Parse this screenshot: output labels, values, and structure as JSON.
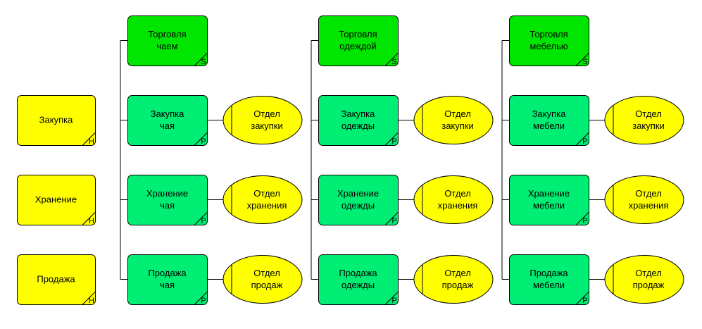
{
  "colors": {
    "process_type": "#ffff00",
    "function_group": "#00e600",
    "function": "#00ee73",
    "org_unit": "#ffff00",
    "line": "#000000"
  },
  "left_boxes": [
    {
      "label": [
        "Закупка"
      ],
      "mark": "H"
    },
    {
      "label": [
        "Хранение"
      ],
      "mark": "H"
    },
    {
      "label": [
        "Продажа"
      ],
      "mark": "H"
    }
  ],
  "columns": [
    {
      "header": {
        "label": [
          "Торговля",
          "чаем"
        ],
        "mark": "S"
      },
      "rows": [
        {
          "function": {
            "label": [
              "Закупка",
              "чая"
            ],
            "mark": "P"
          },
          "unit": {
            "label": [
              "Отдел",
              "закупки"
            ]
          }
        },
        {
          "function": {
            "label": [
              "Хранение",
              "чая"
            ],
            "mark": "P"
          },
          "unit": {
            "label": [
              "Отдел",
              "хранения"
            ]
          }
        },
        {
          "function": {
            "label": [
              "Продажа",
              "чая"
            ],
            "mark": "P"
          },
          "unit": {
            "label": [
              "Отдел",
              "продаж"
            ]
          }
        }
      ]
    },
    {
      "header": {
        "label": [
          "Торговля",
          "одеждой"
        ],
        "mark": "S"
      },
      "rows": [
        {
          "function": {
            "label": [
              "Закупка",
              "одежды"
            ],
            "mark": "P"
          },
          "unit": {
            "label": [
              "Отдел",
              "закупки"
            ]
          }
        },
        {
          "function": {
            "label": [
              "Хранение",
              "одежды"
            ],
            "mark": "P"
          },
          "unit": {
            "label": [
              "Отдел",
              "хранения"
            ]
          }
        },
        {
          "function": {
            "label": [
              "Продажа",
              "одежды"
            ],
            "mark": "P"
          },
          "unit": {
            "label": [
              "Отдел",
              "продаж"
            ]
          }
        }
      ]
    },
    {
      "header": {
        "label": [
          "Торговля",
          "мебелью"
        ],
        "mark": "S"
      },
      "rows": [
        {
          "function": {
            "label": [
              "Закупка",
              "мебели"
            ],
            "mark": "P"
          },
          "unit": {
            "label": [
              "Отдел",
              "закупки"
            ]
          }
        },
        {
          "function": {
            "label": [
              "Хранение",
              "мебели"
            ],
            "mark": "P"
          },
          "unit": {
            "label": [
              "Отдел",
              "хранения"
            ]
          }
        },
        {
          "function": {
            "label": [
              "Продажа",
              "мебели"
            ],
            "mark": "P"
          },
          "unit": {
            "label": [
              "Отдел",
              "продаж"
            ]
          }
        }
      ]
    }
  ]
}
